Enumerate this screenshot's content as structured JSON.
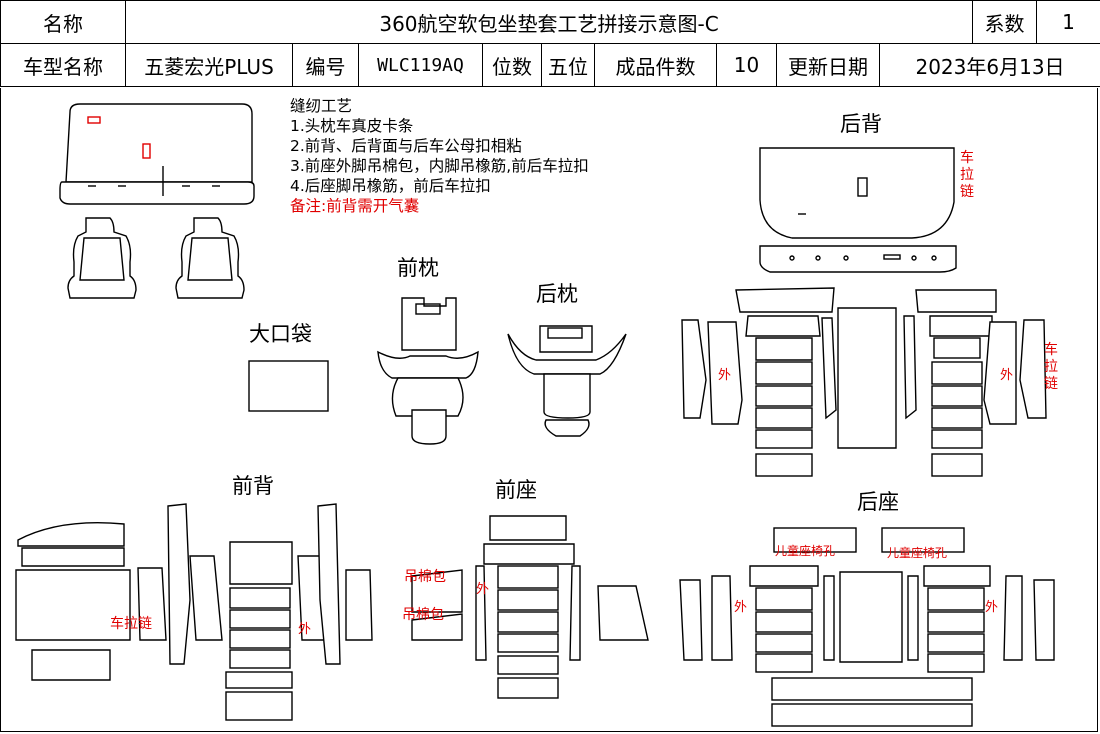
{
  "header": {
    "name_label": "名称",
    "title": "360航空软包坐垫套工艺拼接示意图-C",
    "coef_label": "系数",
    "coef_value": "1",
    "model_label": "车型名称",
    "model_value": "五菱宏光PLUS",
    "code_label": "编号",
    "code_value": "WLC119AQ",
    "seats_label": "位数",
    "seats_value": "五位",
    "pieces_label": "成品件数",
    "pieces_value": "10",
    "date_label": "更新日期",
    "date_value": "2023年6月13日"
  },
  "notes": {
    "title": "缝纫工艺",
    "items": [
      "1.头枕车真皮卡条",
      "2.前背、后背面与后车公母扣相粘",
      "3.前座外脚吊棉包，内脚吊橡筋,前后车拉扣",
      "4.后座脚吊橡筋，前后车拉扣"
    ],
    "remark": "备注:前背需开气囊"
  },
  "sections": {
    "front_headrest": "前枕",
    "rear_headrest": "后枕",
    "big_pocket": "大口袋",
    "rear_back": "后背",
    "front_back": "前背",
    "front_seat": "前座",
    "rear_seat": "后座"
  },
  "annotations": {
    "zipper": "车拉链",
    "outer": "外",
    "cotton_bag": "吊棉包",
    "child_seat_hole": "儿童座椅孔"
  },
  "colors": {
    "line": "#000000",
    "annotation": "#e00000"
  }
}
